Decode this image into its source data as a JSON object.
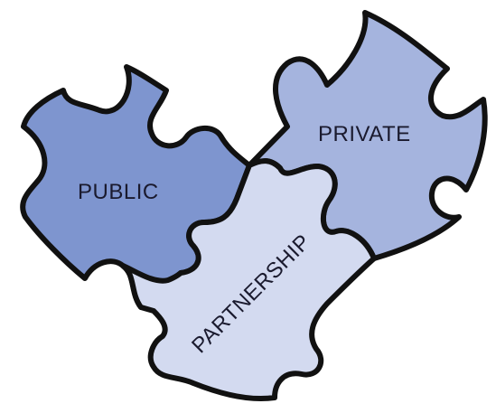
{
  "pieces": {
    "public": {
      "label": "PUBLIC",
      "color": "#7e95cf"
    },
    "private": {
      "label": "PRIVATE",
      "color": "#a5b4de"
    },
    "partnership": {
      "label": "PARTNERSHIP",
      "color": "#d3daf0"
    }
  },
  "outline_color": "#111111"
}
